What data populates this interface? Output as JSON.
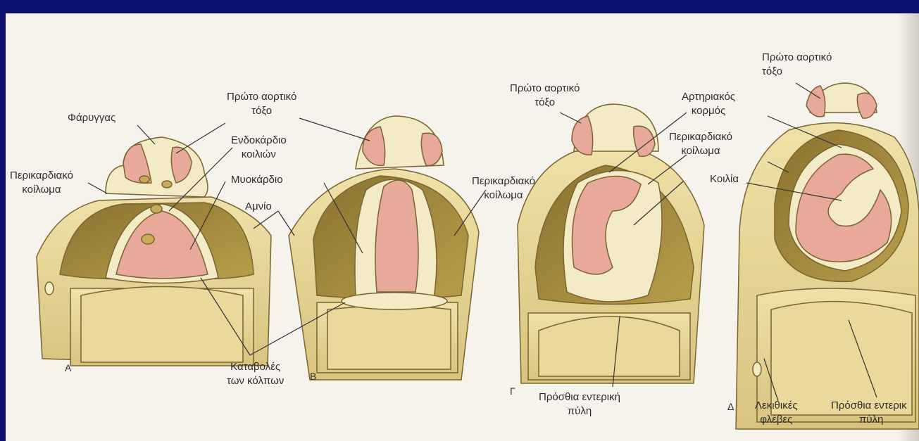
{
  "panels": {
    "a": {
      "letter": "Α",
      "pharynx": "Φάρυγγας",
      "first_arch_1": "Πρώτο αορτικό",
      "first_arch_2": "τόξο",
      "endocardium_1": "Ενδοκάρδιο",
      "endocardium_2": "κοιλιών",
      "pericardial_1": "Περικαρδιακό",
      "pericardial_2": "κοίλωμα",
      "myocardium": "Μυοκάρδιο",
      "amnion": "Αμνίο",
      "atria_1": "Καταβολές",
      "atria_2": "των κόλπων"
    },
    "b": {
      "letter": "Β",
      "pericardial_1": "Περικαρδιακό",
      "pericardial_2": "κοίλωμα"
    },
    "c": {
      "letter": "Γ",
      "first_arch_1": "Πρώτο αορτικό",
      "first_arch_2": "τόξο",
      "truncus_1": "Αρτηριακός",
      "truncus_2": "κορμός",
      "pericardial_1": "Περικαρδιακό",
      "pericardial_2": "κοίλωμα",
      "ventricle": "Κοιλία",
      "gut_portal_1": "Πρόσθια εντερική",
      "gut_portal_2": "πύλη"
    },
    "d": {
      "letter": "Δ",
      "first_arch_1": "Πρώτο αορτικό",
      "first_arch_2": "τόξο",
      "vitelline_1": "Λεκιθικές",
      "vitelline_2": "φλέβες",
      "gut_portal_1": "Πρόσθια εντερικ",
      "gut_portal_2": "πύλη"
    }
  },
  "colors": {
    "background": "#0b0f6e",
    "paper": "#f6f3ec",
    "tissue_outer": "#e6d59a",
    "tissue_dark": "#a58b3c",
    "endocardium_pink": "#e8a99b",
    "myocardium_cream": "#f3ebc6"
  }
}
